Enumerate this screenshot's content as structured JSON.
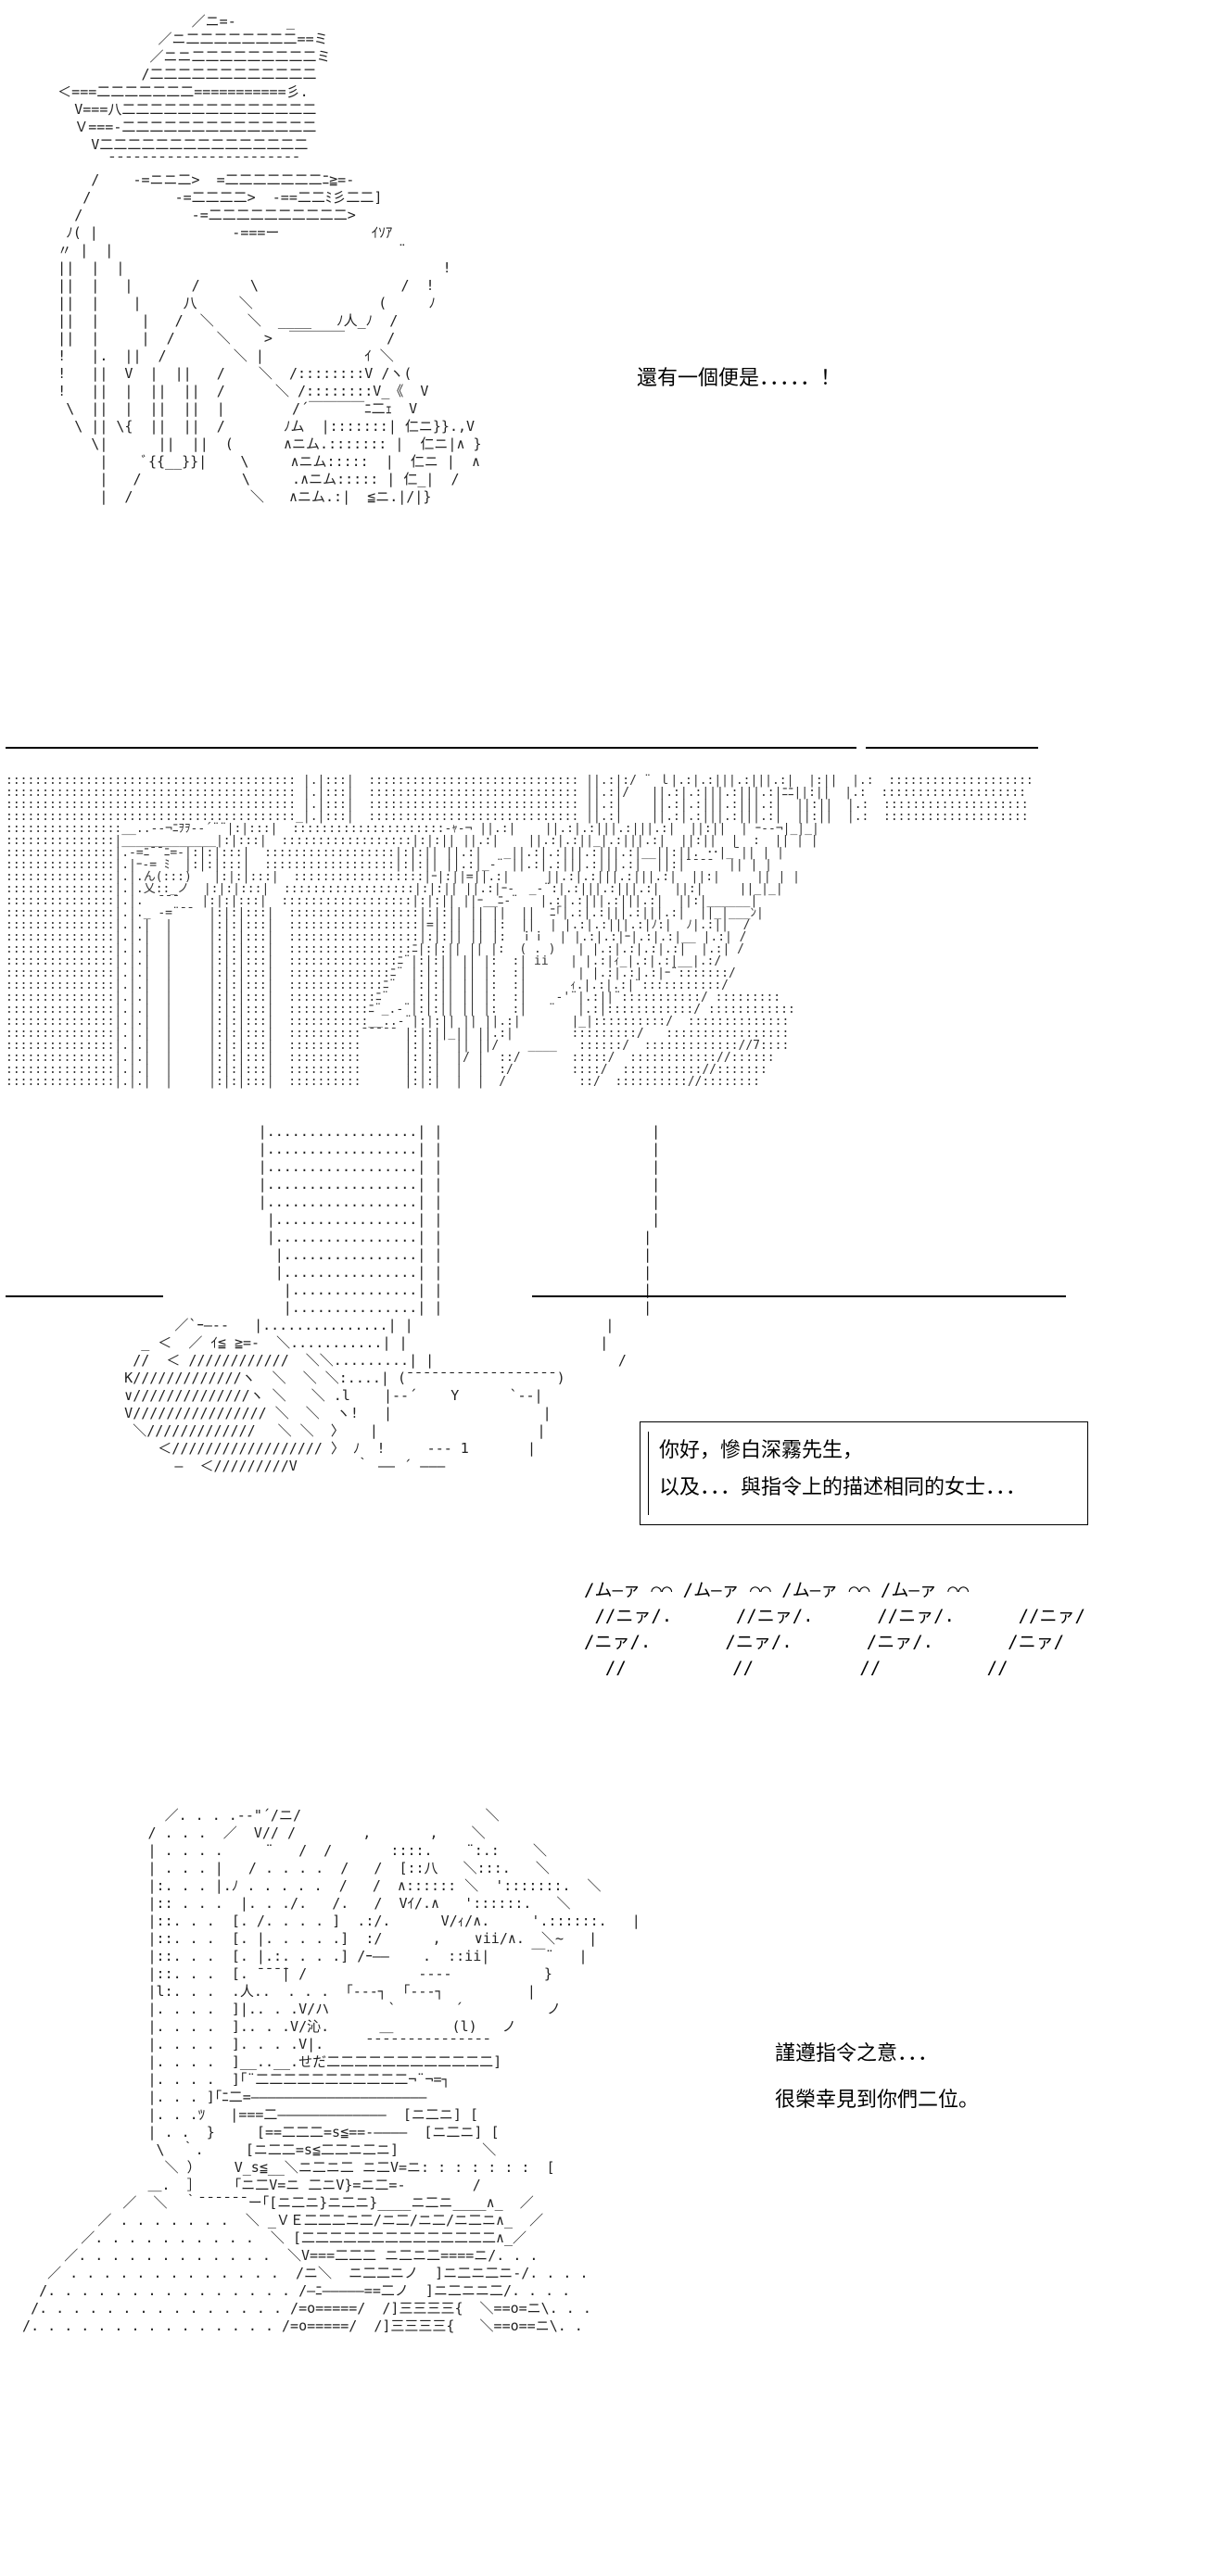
{
  "panels": [
    {
      "dialogue": [
        "還有一個便是．．．．．！"
      ],
      "sfx": "ｲｿｱ"
    },
    {
      "dialogue": [
        "你好，慘白深霧先生，",
        "以及．．．與指令上的描述相同的女士．．．"
      ],
      "sfx_lines": [
        "/ム―ァ ⌒⌒ /ム―ァ ⌒⌒ /ム―ァ ⌒⌒ /ム―ァ ⌒⌒",
        " //ニァ/.      //ニァ/.      //ニァ/.      //ニァ/",
        "/ニァ/.       /ニァ/.       /ニァ/.       /ニァ/",
        "  //          //          //          //"
      ]
    },
    {
      "dialogue": [
        "謹遵指令之意．．．",
        "很榮幸見到你們二位。"
      ]
    }
  ]
}
